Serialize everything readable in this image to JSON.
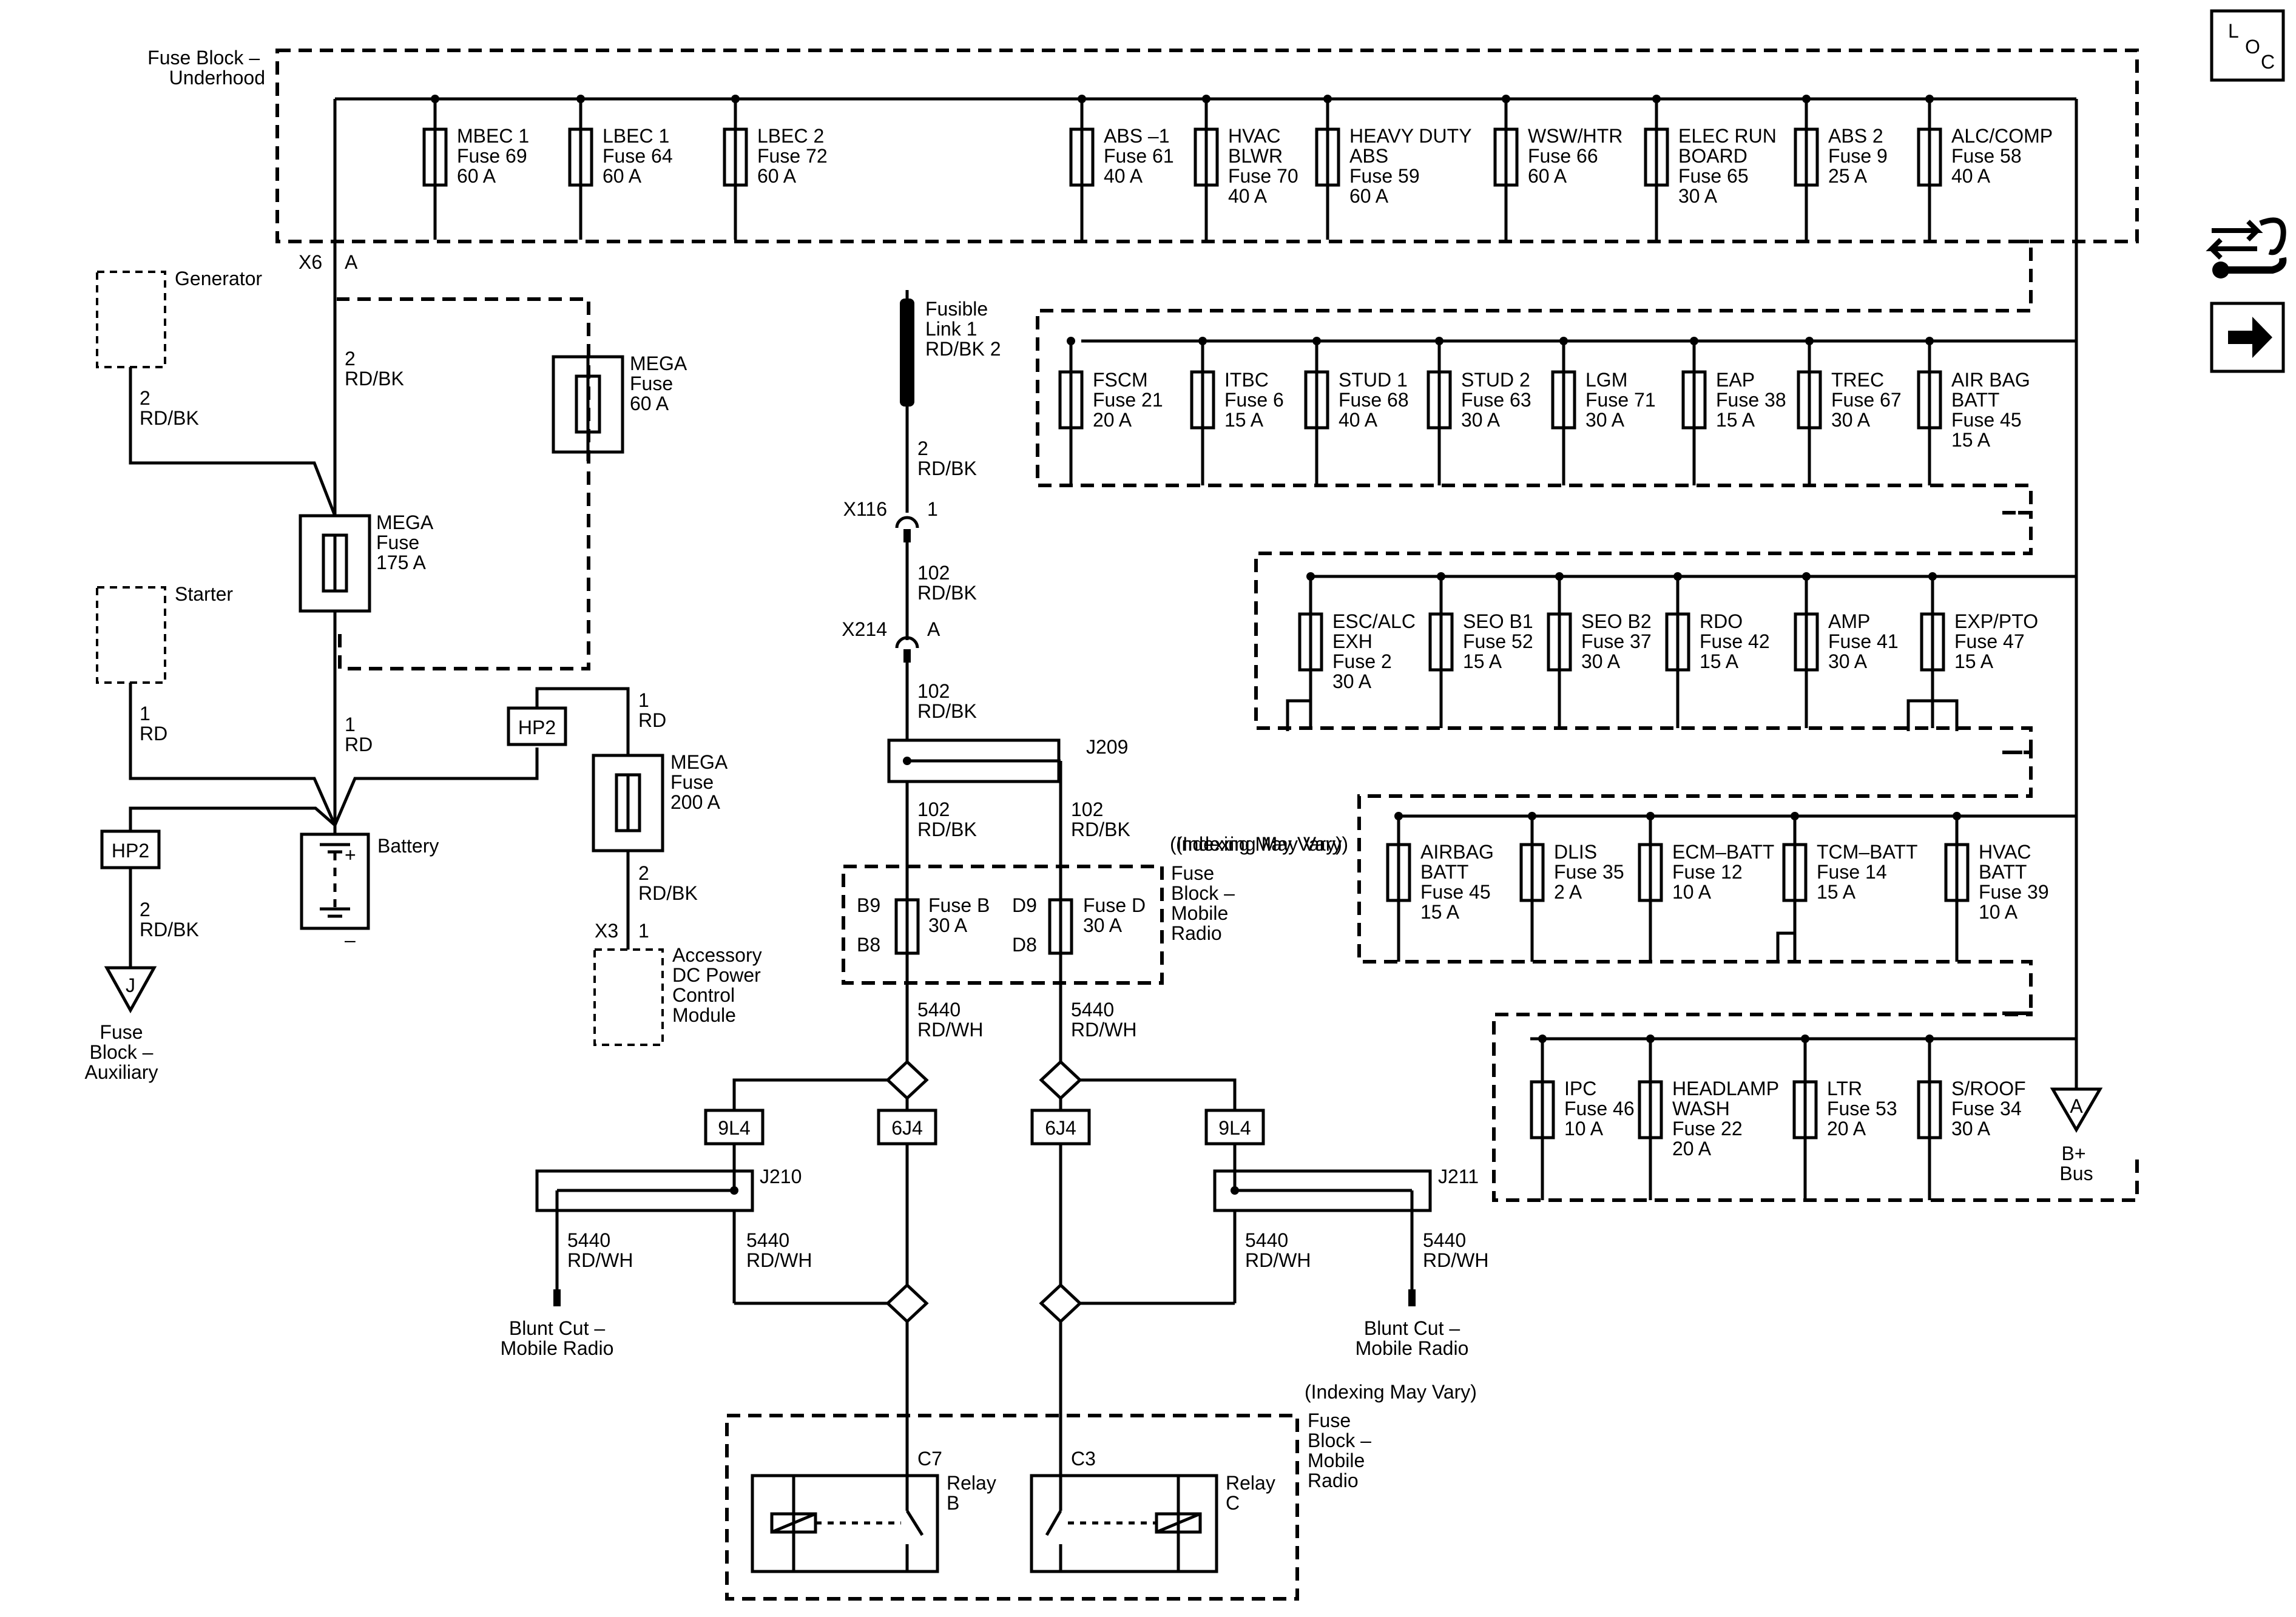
{
  "top_block": {
    "title": [
      "Fuse Block –",
      "Underhood"
    ],
    "connector": "X6",
    "pin": "A",
    "fuses": [
      {
        "lines": [
          "MBEC 1",
          "Fuse 69",
          "60 A"
        ]
      },
      {
        "lines": [
          "LBEC 1",
          "Fuse 64",
          "60 A"
        ]
      },
      {
        "lines": [
          "LBEC 2",
          "Fuse 72",
          "60 A"
        ]
      },
      {
        "lines": [
          "ABS –1",
          "Fuse 61",
          "40 A"
        ]
      },
      {
        "lines": [
          "HVAC",
          "BLWR",
          "Fuse 70",
          "40 A"
        ]
      },
      {
        "lines": [
          "HEAVY DUTY",
          "ABS",
          "Fuse 59",
          "60 A"
        ]
      },
      {
        "lines": [
          "WSW/HTR",
          "Fuse 66",
          "60 A"
        ]
      },
      {
        "lines": [
          "ELEC RUN",
          "BOARD",
          "Fuse 65",
          "30 A"
        ]
      },
      {
        "lines": [
          "ABS 2",
          "Fuse 9",
          "25 A"
        ]
      },
      {
        "lines": [
          "ALC/COMP",
          "Fuse 58",
          "40 A"
        ]
      }
    ]
  },
  "row2": {
    "fuses": [
      {
        "lines": [
          "FSCM",
          "Fuse 21",
          "20 A"
        ]
      },
      {
        "lines": [
          "ITBC",
          "Fuse 6",
          "15 A"
        ]
      },
      {
        "lines": [
          "STUD 1",
          "Fuse 68",
          "40 A"
        ]
      },
      {
        "lines": [
          "STUD 2",
          "Fuse 63",
          "30 A"
        ]
      },
      {
        "lines": [
          "LGM",
          "Fuse 71",
          "30 A"
        ]
      },
      {
        "lines": [
          "EAP",
          "Fuse 38",
          "15 A"
        ]
      },
      {
        "lines": [
          "TREC",
          "Fuse 67",
          "30 A"
        ]
      },
      {
        "lines": [
          "AIR BAG",
          "BATT",
          "Fuse 45",
          "15 A"
        ]
      }
    ]
  },
  "row3": {
    "fuses": [
      {
        "lines": [
          "ESC/ALC",
          "EXH",
          "Fuse 2",
          "30 A"
        ]
      },
      {
        "lines": [
          "SEO B1",
          "Fuse 52",
          "15 A"
        ]
      },
      {
        "lines": [
          "SEO B2",
          "Fuse 37",
          "30 A"
        ]
      },
      {
        "lines": [
          "RDO",
          "Fuse 42",
          "15 A"
        ]
      },
      {
        "lines": [
          "AMP",
          "Fuse 41",
          "30 A"
        ]
      },
      {
        "lines": [
          "EXP/PTO",
          "Fuse 47",
          "15 A"
        ]
      }
    ]
  },
  "row4": {
    "note": "(Indexing May Vary)",
    "fuses": [
      {
        "lines": [
          "AIRBAG",
          "BATT",
          "Fuse 45",
          "15 A"
        ]
      },
      {
        "lines": [
          "DLIS",
          "Fuse 35",
          "2 A"
        ]
      },
      {
        "lines": [
          "ECM–BATT",
          "Fuse 12",
          "10 A"
        ]
      },
      {
        "lines": [
          "TCM–BATT",
          "Fuse 14",
          "15 A"
        ]
      },
      {
        "lines": [
          "HVAC",
          "BATT",
          "Fuse 39",
          "10 A"
        ]
      }
    ]
  },
  "row5": {
    "fuses": [
      {
        "lines": [
          "IPC",
          "Fuse 46",
          "10 A"
        ]
      },
      {
        "lines": [
          "HEADLAMP",
          "WASH",
          "Fuse 22",
          "20 A"
        ]
      },
      {
        "lines": [
          "LTR",
          "Fuse 53",
          "20 A"
        ]
      },
      {
        "lines": [
          "S/ROOF",
          "Fuse 34",
          "30 A"
        ]
      }
    ]
  },
  "bplus": {
    "letter": "A",
    "label": [
      "B+",
      "Bus"
    ]
  },
  "left": {
    "generator": "Generator",
    "starter": "Starter",
    "battery": "Battery",
    "plus": "+",
    "minus": "–",
    "hp2_left": "HP2",
    "hp2_mid": "HP2",
    "mega175": [
      "MEGA",
      "Fuse",
      "175 A"
    ],
    "mega60": [
      "MEGA",
      "Fuse",
      "60 A"
    ],
    "mega200": [
      "MEGA",
      "Fuse",
      "200 A"
    ],
    "wire_x6": [
      "2",
      "RD/BK"
    ],
    "wire_gen": [
      "2",
      "RD/BK"
    ],
    "wire_starter": [
      "1",
      "RD"
    ],
    "wire_batt": [
      "1",
      "RD"
    ],
    "wire_hp2mid": [
      "1",
      "RD"
    ],
    "wire_x3": [
      "2",
      "RD/BK"
    ],
    "wire_aux": [
      "2",
      "RD/BK"
    ],
    "x3": "X3",
    "x3pin": "1",
    "accessory": [
      "Accessory",
      "DC Power",
      "Control",
      "Module"
    ],
    "aux_letter": "J",
    "aux_label": [
      "Fuse",
      "Block –",
      "Auxiliary"
    ]
  },
  "center": {
    "fusible": [
      "Fusible",
      "Link 1",
      "RD/BK 2"
    ],
    "wire_fl": [
      "2",
      "RD/BK"
    ],
    "x116": "X116",
    "x116pin": "1",
    "wire_102a": [
      "102",
      "RD/BK"
    ],
    "x214": "X214",
    "x214pin": "A",
    "wire_102b": [
      "102",
      "RD/BK"
    ],
    "j209": "J209",
    "wire_102l": [
      "102",
      "RD/BK"
    ],
    "wire_102r": [
      "102",
      "RD/BK"
    ],
    "note1": "(Indexing May Vary)",
    "mobile_block": [
      "Fuse",
      "Block –",
      "Mobile",
      "Radio"
    ],
    "b9": "B9",
    "b8": "B8",
    "d9": "D9",
    "d8": "D8",
    "fuse_b": [
      "Fuse B",
      "30 A"
    ],
    "fuse_d": [
      "Fuse D",
      "30 A"
    ],
    "wire_5440l": [
      "5440",
      "RD/WH"
    ],
    "wire_5440r": [
      "5440",
      "RD/WH"
    ],
    "conn_9l4_left": "9L4",
    "conn_6j4_left": "6J4",
    "conn_6j4_right": "6J4",
    "conn_9l4_right": "9L4",
    "j210": "J210",
    "j211": "J211",
    "wire_j210a": [
      "5440",
      "RD/WH"
    ],
    "wire_j210b": [
      "5440",
      "RD/WH"
    ],
    "wire_j211a": [
      "5440",
      "RD/WH"
    ],
    "wire_j211b": [
      "5440",
      "RD/WH"
    ],
    "blunt_left": [
      "Blunt Cut –",
      "Mobile Radio"
    ],
    "blunt_right": [
      "Blunt Cut –",
      "Mobile Radio"
    ],
    "note2": "(Indexing May Vary)",
    "relay_block": [
      "Fuse",
      "Block –",
      "Mobile",
      "Radio"
    ],
    "c7": "C7",
    "c3": "C3",
    "relay_b": [
      "Relay",
      "B"
    ],
    "relay_c": [
      "Relay",
      "C"
    ]
  },
  "icons": {
    "loc": [
      "L",
      "O",
      "C"
    ],
    "tools": "wiring-tools-icon",
    "arrow": "right-arrow-icon"
  }
}
